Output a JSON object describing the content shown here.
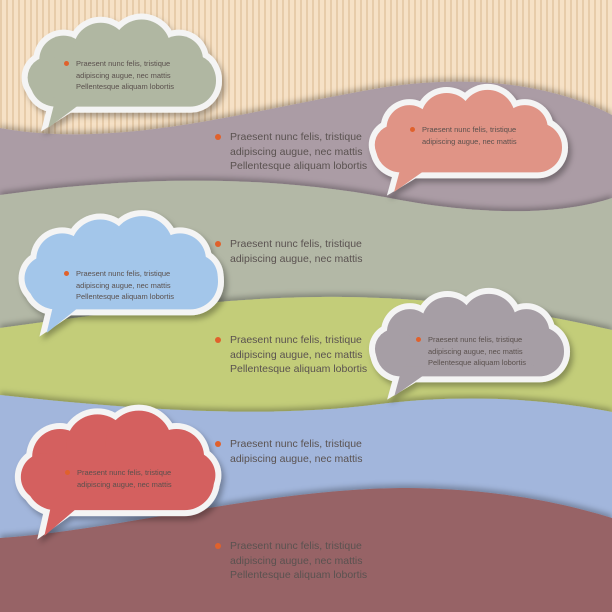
{
  "colors": {
    "stripes_light": "#f6e1c6",
    "stripes_dark": "#e7ccaa",
    "band_mauve": "#ab9ca5",
    "band_sage": "#b3b8a6",
    "band_olive": "#c3cd79",
    "band_blue": "#a2b6dc",
    "band_maroon": "#976366",
    "bullet": "#e0612c",
    "cloud_gray_green": "#b0b7a2",
    "cloud_salmon": "#e09486",
    "cloud_light_blue": "#a3c6ea",
    "cloud_mauve_gray": "#a69ea5",
    "cloud_red": "#d4605f"
  },
  "bands": [
    {
      "id": "mauve",
      "text_lines": [
        "Praesent nunc felis, tristique",
        "adipiscing augue, nec mattis",
        "Pellentesque aliquam lobortis"
      ]
    },
    {
      "id": "sage",
      "text_lines": [
        "Praesent nunc felis, tristique",
        "adipiscing augue, nec mattis"
      ]
    },
    {
      "id": "olive",
      "text_lines": [
        "Praesent nunc felis, tristique",
        "adipiscing augue, nec mattis",
        "Pellentesque aliquam lobortis"
      ]
    },
    {
      "id": "blue",
      "text_lines": [
        "Praesent nunc felis, tristique",
        "adipiscing augue, nec mattis"
      ]
    },
    {
      "id": "maroon",
      "text_lines": [
        "Praesent nunc felis, tristique",
        "adipiscing augue, nec mattis",
        "Pellentesque aliquam lobortis"
      ]
    }
  ],
  "clouds": [
    {
      "id": "gray-green",
      "color": "#b0b7a2",
      "text_lines": [
        "Praesent nunc felis, tristique",
        "adipiscing augue, nec mattis",
        "Pellentesque aliquam lobortis"
      ]
    },
    {
      "id": "salmon",
      "color": "#e09486",
      "text_lines": [
        "Praesent nunc felis, tristique",
        "adipiscing augue, nec mattis"
      ]
    },
    {
      "id": "light-blue",
      "color": "#a3c6ea",
      "text_lines": [
        "Praesent nunc felis, tristique",
        "adipiscing augue, nec mattis",
        "Pellentesque aliquam lobortis"
      ]
    },
    {
      "id": "mauve-gray",
      "color": "#a69ea5",
      "text_lines": [
        "Praesent nunc felis, tristique",
        "adipiscing augue, nec mattis",
        "Pellentesque aliquam lobortis"
      ]
    },
    {
      "id": "red",
      "color": "#d4605f",
      "text_lines": [
        "Praesent nunc felis, tristique",
        "adipiscing augue, nec mattis"
      ]
    }
  ]
}
